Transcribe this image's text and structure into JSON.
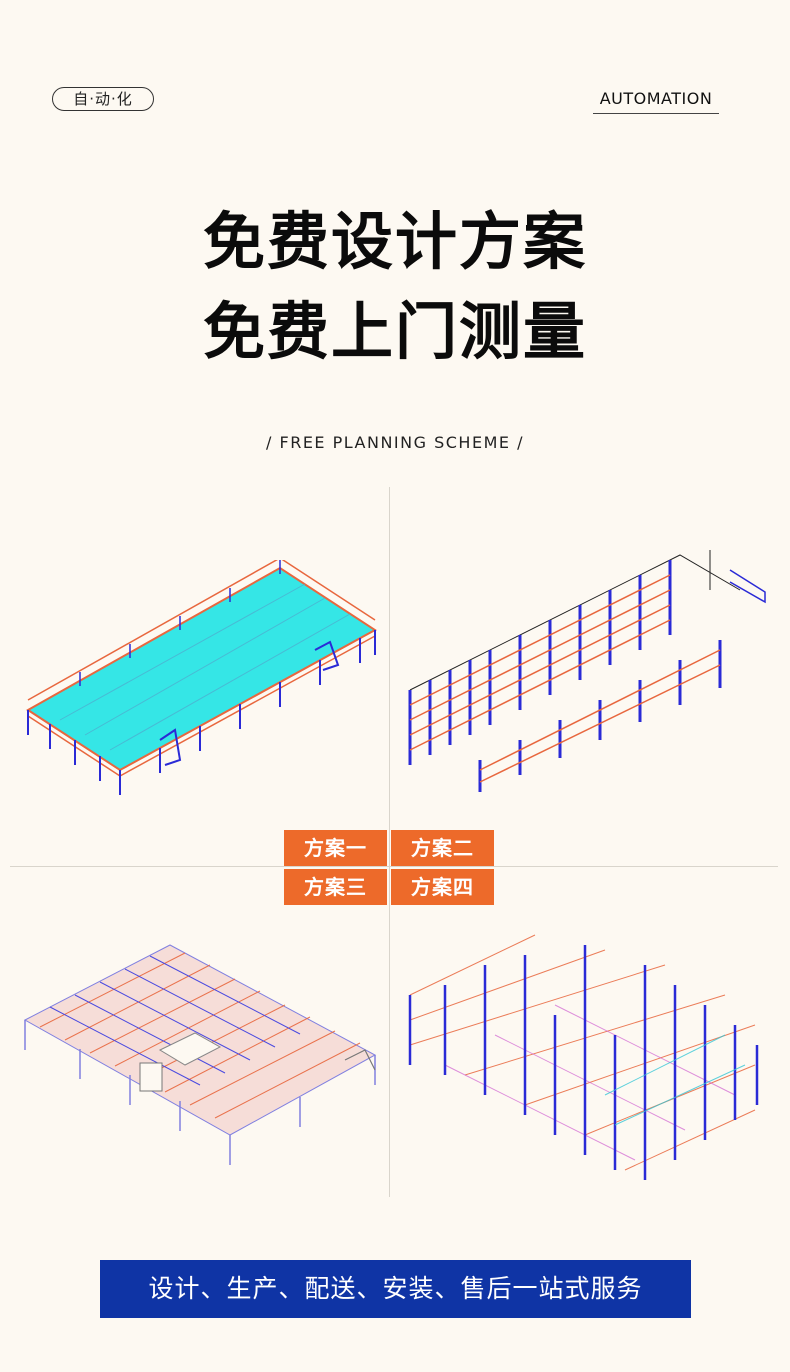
{
  "header": {
    "pill_label": "自·动·化",
    "english_tag": "AUTOMATION"
  },
  "headline": {
    "line1": "免费设计方案",
    "line2": "免费上门测量"
  },
  "subtitle": "/ FREE PLANNING SCHEME /",
  "plans": [
    {
      "label": "方案一"
    },
    {
      "label": "方案二"
    },
    {
      "label": "方案三"
    },
    {
      "label": "方案四"
    }
  ],
  "banner": "设计、生产、配送、安装、售后一站式服务",
  "colors": {
    "background": "#fdf9f2",
    "accent_orange": "#ed6a2a",
    "banner_blue": "#0f34a5",
    "rack_blue": "#2a2ad6",
    "beam_orange": "#e8673e",
    "deck_cyan": "#35e6e6"
  }
}
